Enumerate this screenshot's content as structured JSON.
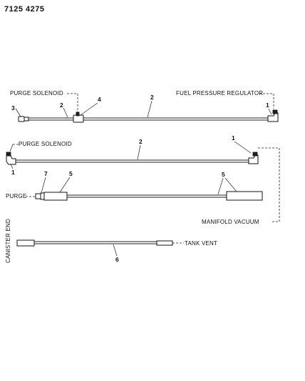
{
  "header": {
    "code": "7125 4275"
  },
  "labels": {
    "purge_solenoid_top": "PURGE SOLENOID",
    "fuel_pressure_regulator": "FUEL PRESSURE REGULATOR",
    "purge_solenoid_mid": "PURGE SOLENOID",
    "purge": "PURGE",
    "manifold_vacuum": "MANIFOLD VACUUM",
    "tank_vent": "TANK VENT",
    "canister_end": "CANISTER END"
  },
  "callouts": {
    "row1": [
      "3",
      "2",
      "4",
      "2",
      "1"
    ],
    "row2": [
      "1",
      "2",
      "1"
    ],
    "row3": [
      "7",
      "5",
      "5"
    ],
    "row4": [
      "6"
    ]
  }
}
